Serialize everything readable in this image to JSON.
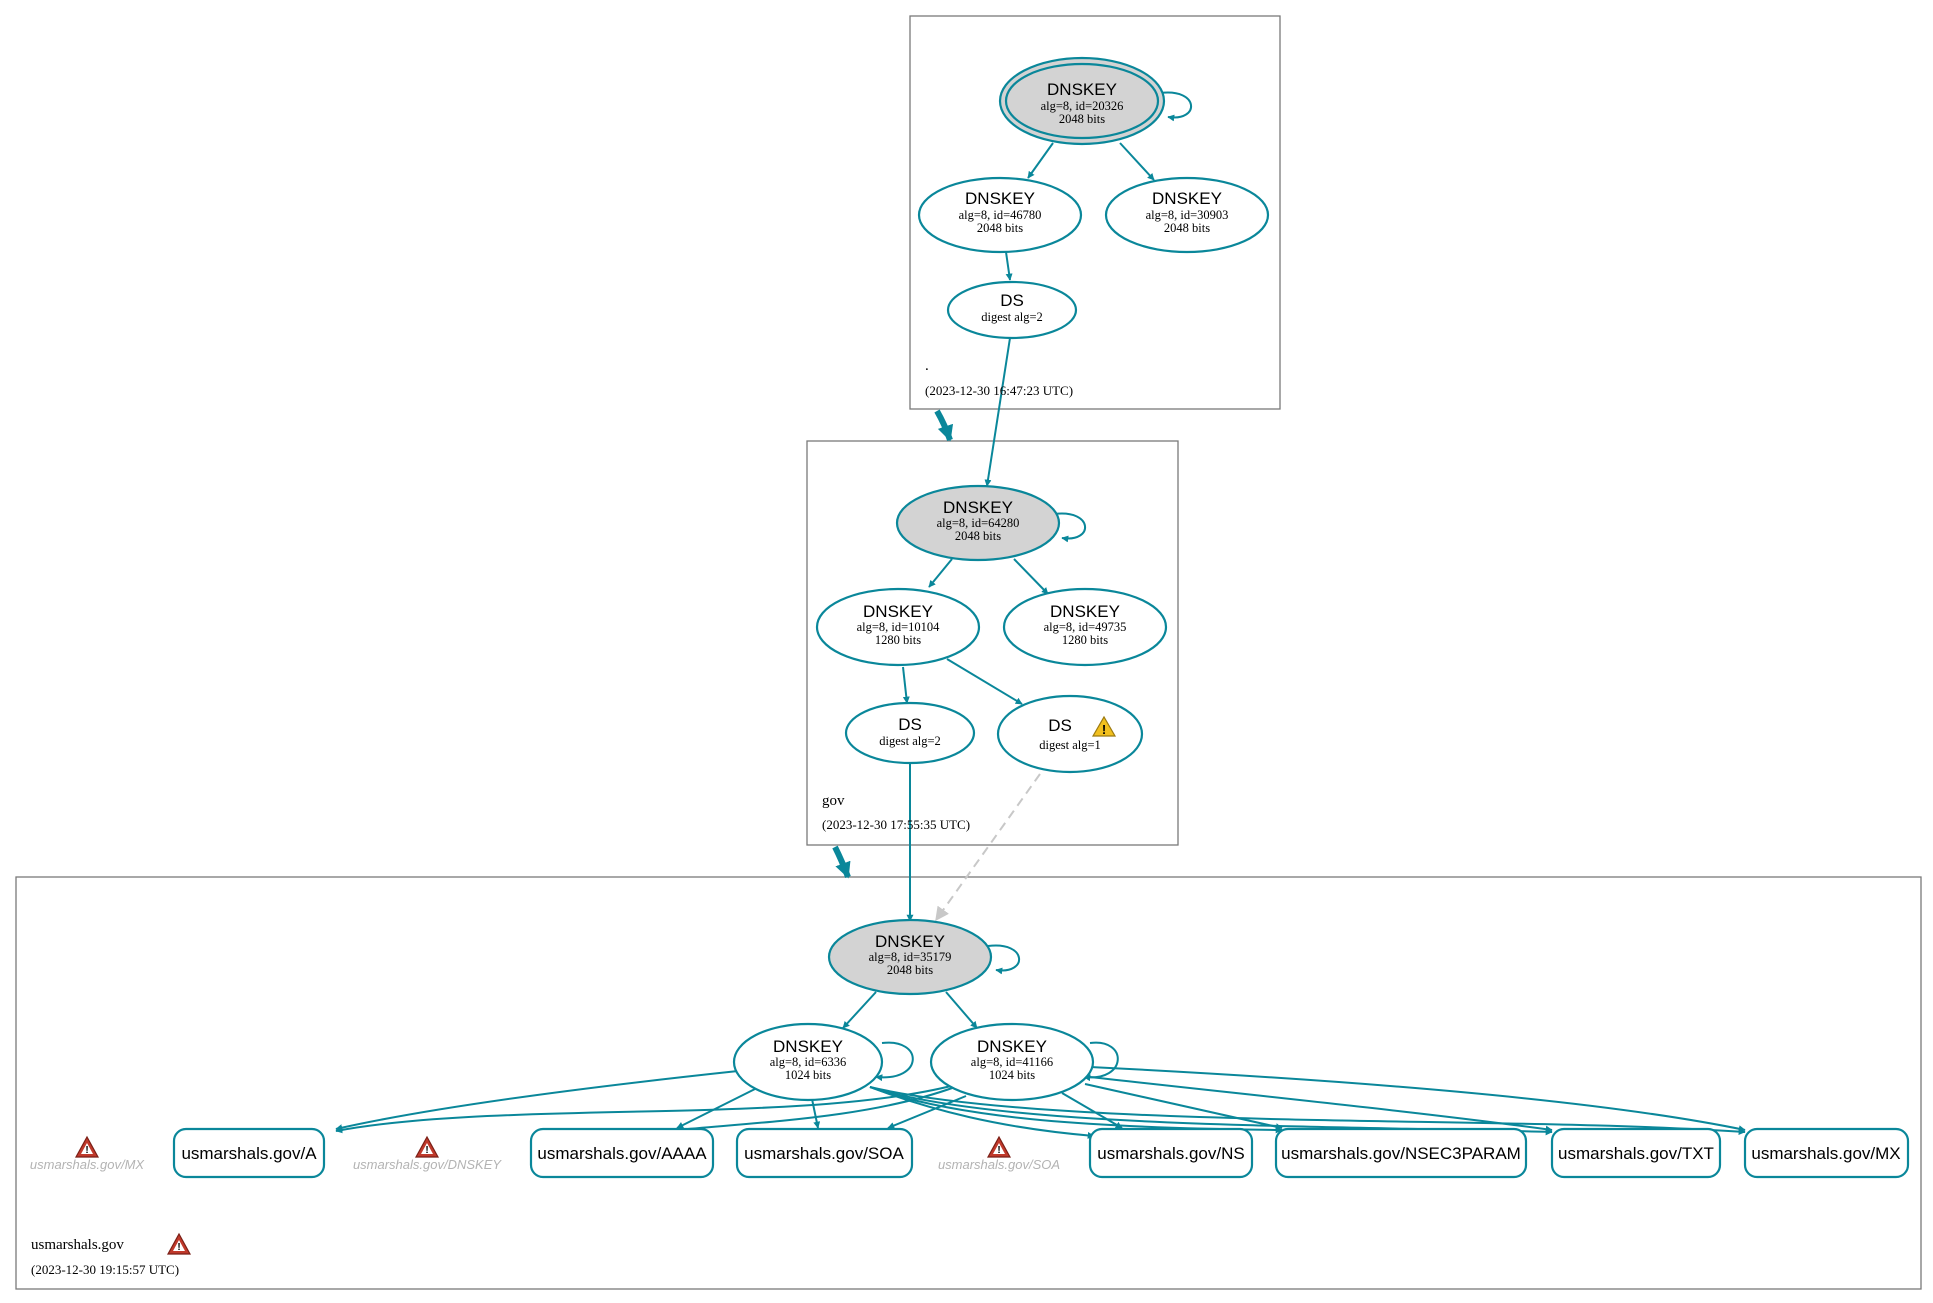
{
  "zones": {
    "root": {
      "name": ".",
      "timestamp": "(2023-12-30 16:47:23 UTC)"
    },
    "gov": {
      "name": "gov",
      "timestamp": "(2023-12-30 17:55:35 UTC)"
    },
    "usm": {
      "name": "usmarshals.gov",
      "timestamp": "(2023-12-30 19:15:57 UTC)"
    }
  },
  "nodes": {
    "root_ksk": {
      "title": "DNSKEY",
      "line1": "alg=8, id=20326",
      "line2": "2048 bits"
    },
    "root_zsk1": {
      "title": "DNSKEY",
      "line1": "alg=8, id=46780",
      "line2": "2048 bits"
    },
    "root_zsk2": {
      "title": "DNSKEY",
      "line1": "alg=8, id=30903",
      "line2": "2048 bits"
    },
    "root_ds": {
      "title": "DS",
      "line1": "digest alg=2"
    },
    "gov_ksk": {
      "title": "DNSKEY",
      "line1": "alg=8, id=64280",
      "line2": "2048 bits"
    },
    "gov_zsk1": {
      "title": "DNSKEY",
      "line1": "alg=8, id=10104",
      "line2": "1280 bits"
    },
    "gov_zsk2": {
      "title": "DNSKEY",
      "line1": "alg=8, id=49735",
      "line2": "1280 bits"
    },
    "gov_ds2": {
      "title": "DS",
      "line1": "digest alg=2"
    },
    "gov_ds1": {
      "title": "DS",
      "line1": "digest alg=1"
    },
    "usm_ksk": {
      "title": "DNSKEY",
      "line1": "alg=8, id=35179",
      "line2": "2048 bits"
    },
    "usm_zsk1": {
      "title": "DNSKEY",
      "line1": "alg=8, id=6336",
      "line2": "1024 bits"
    },
    "usm_zsk2": {
      "title": "DNSKEY",
      "line1": "alg=8, id=41166",
      "line2": "1024 bits"
    }
  },
  "rrsets": {
    "a": "usmarshals.gov/A",
    "aaaa": "usmarshals.gov/AAAA",
    "soa": "usmarshals.gov/SOA",
    "ns": "usmarshals.gov/NS",
    "nsec3param": "usmarshals.gov/NSEC3PARAM",
    "txt": "usmarshals.gov/TXT",
    "mx": "usmarshals.gov/MX"
  },
  "errors": {
    "mx": "usmarshals.gov/MX",
    "dnskey": "usmarshals.gov/DNSKEY",
    "soa": "usmarshals.gov/SOA"
  },
  "colors": {
    "edge": "#0a879a",
    "ksk_fill": "#d3d3d3",
    "warning": "#f2c01e",
    "error": "#c0392b",
    "dashed": "#c8c8c8"
  }
}
